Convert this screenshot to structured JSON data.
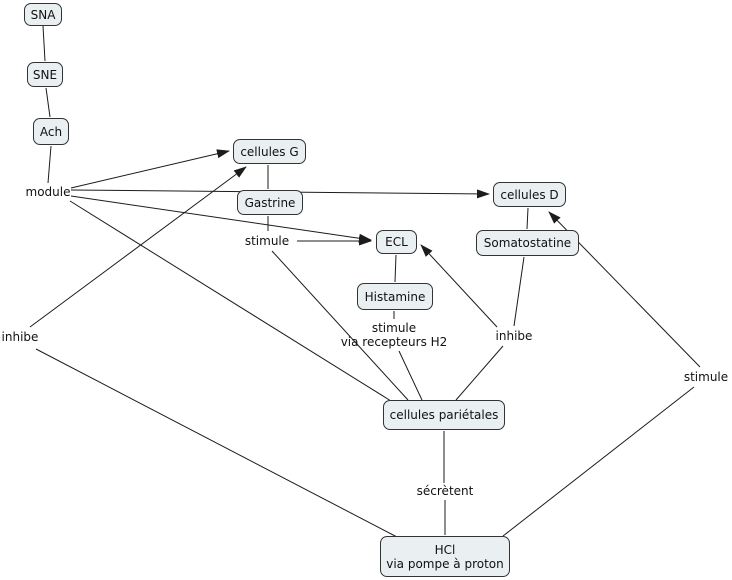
{
  "diagram_title": "",
  "colors": {
    "background": "#ffffff",
    "node_fill": "#eaf0f2",
    "node_border": "#333333",
    "edge_line": "#1c1c1c",
    "text": "#111111"
  },
  "nodes": {
    "sna": "SNA",
    "sne": "SNE",
    "ach": "Ach",
    "cellules_g": "cellules G",
    "gastrine": "Gastrine",
    "ecl": "ECL",
    "histamine": "Histamine",
    "cellules_d": "cellules D",
    "somatostatine": "Somatostatine",
    "cellules_parietales": "cellules pariétales",
    "hcl": {
      "line1": "HCl",
      "line2": "via pompe à proton"
    }
  },
  "labels": {
    "module": "module",
    "stimule_gastrine": "stimule",
    "histamine_effect": {
      "line1": "stimule",
      "line2": "via recepteurs H2"
    },
    "inhibe_somatostatine": "inhibe",
    "inhibe_hcl": "inhibe",
    "stimule_hcl": "stimule",
    "secretent": "sécrètent"
  },
  "edges": [
    {
      "from": "SNA",
      "to": "SNE",
      "label": "",
      "arrow": false
    },
    {
      "from": "SNE",
      "to": "Ach",
      "label": "",
      "arrow": false
    },
    {
      "from": "Ach",
      "to": "module",
      "label": "",
      "arrow": false
    },
    {
      "from": "module",
      "to": "cellules G",
      "label": "module",
      "arrow": true
    },
    {
      "from": "module",
      "to": "cellules D",
      "label": "module",
      "arrow": true
    },
    {
      "from": "module",
      "to": "ECL",
      "label": "module",
      "arrow": true
    },
    {
      "from": "module",
      "to": "cellules pariétales",
      "label": "module",
      "arrow": false
    },
    {
      "from": "cellules G",
      "to": "Gastrine",
      "label": "",
      "arrow": false
    },
    {
      "from": "Gastrine",
      "to": "ECL",
      "label": "stimule",
      "arrow": true
    },
    {
      "from": "Gastrine",
      "to": "cellules pariétales",
      "label": "stimule",
      "arrow": false
    },
    {
      "from": "ECL",
      "to": "Histamine",
      "label": "",
      "arrow": false
    },
    {
      "from": "Histamine",
      "to": "cellules pariétales",
      "label": "stimule via recepteurs H2",
      "arrow": false
    },
    {
      "from": "cellules D",
      "to": "Somatostatine",
      "label": "",
      "arrow": false
    },
    {
      "from": "Somatostatine",
      "to": "ECL",
      "label": "inhibe",
      "arrow": true
    },
    {
      "from": "Somatostatine",
      "to": "cellules pariétales",
      "label": "inhibe",
      "arrow": false
    },
    {
      "from": "cellules pariétales",
      "to": "HCl via pompe à proton",
      "label": "sécrètent",
      "arrow": false
    },
    {
      "from": "HCl via pompe à proton",
      "to": "cellules G",
      "label": "inhibe",
      "arrow": true
    },
    {
      "from": "HCl via pompe à proton",
      "to": "cellules D",
      "label": "stimule",
      "arrow": true
    }
  ]
}
